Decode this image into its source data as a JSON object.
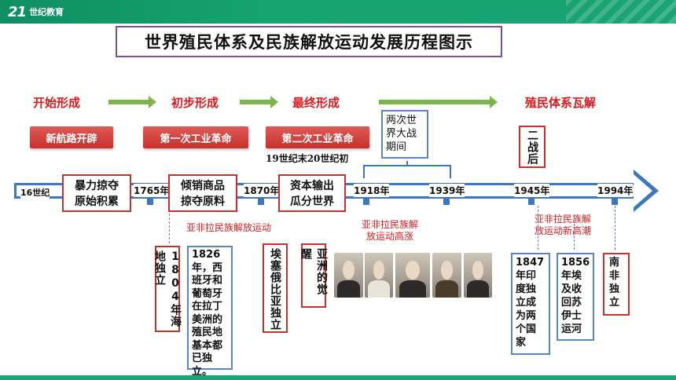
{
  "header": {
    "logo_mark": "21",
    "logo_text": "世纪教育"
  },
  "title": "世界殖民体系及民族解放运动发展历程图示",
  "stages": [
    "开始形成",
    "初步形成",
    "最终形成",
    "殖民体系瓦解"
  ],
  "events": [
    "新航路开辟",
    "第一次工业革命",
    "第二次工业革命"
  ],
  "century_note": "19世纪末20世纪初",
  "boxes": {
    "box1": "暴力掠夺\n原始积累",
    "box2": "倾销商品\n掠夺原料",
    "box3": "资本输出\n瓜分世界",
    "wars": "两次世\n界大战\n期间",
    "post_war": "二战后"
  },
  "timeline": {
    "labels": [
      "16世纪",
      "1765年",
      "1870年",
      "1918年",
      "1939年",
      "1945年",
      "1994年"
    ]
  },
  "red_notes": {
    "n1": "亚非拉民族解放运动",
    "n2": "亚非拉民族解\n放运动高涨",
    "n3": "亚非拉民族解\n放运动新高潮"
  },
  "cards": {
    "c1804": "1804年海地独立",
    "c1826": "1826\n年，西\n班牙和\n葡萄牙\n在拉丁\n美洲的\n殖民地\n基本都\n已独立。",
    "ethiopia": "埃塞俄比亚独立",
    "asia": "亚洲的觉醒",
    "c1847": "1847\n年印\n度独\n立成\n为两\n个国\n家",
    "c1856": "1856\n年埃\n及收\n回苏\n伊士\n运河",
    "south_africa": "南\n非\n独\n立"
  },
  "colors": {
    "stage_red": "#e2171d",
    "title_border": "#7c4fa0",
    "timeline_blue": "#3b78c0",
    "arrow_green": "#7ab648"
  }
}
